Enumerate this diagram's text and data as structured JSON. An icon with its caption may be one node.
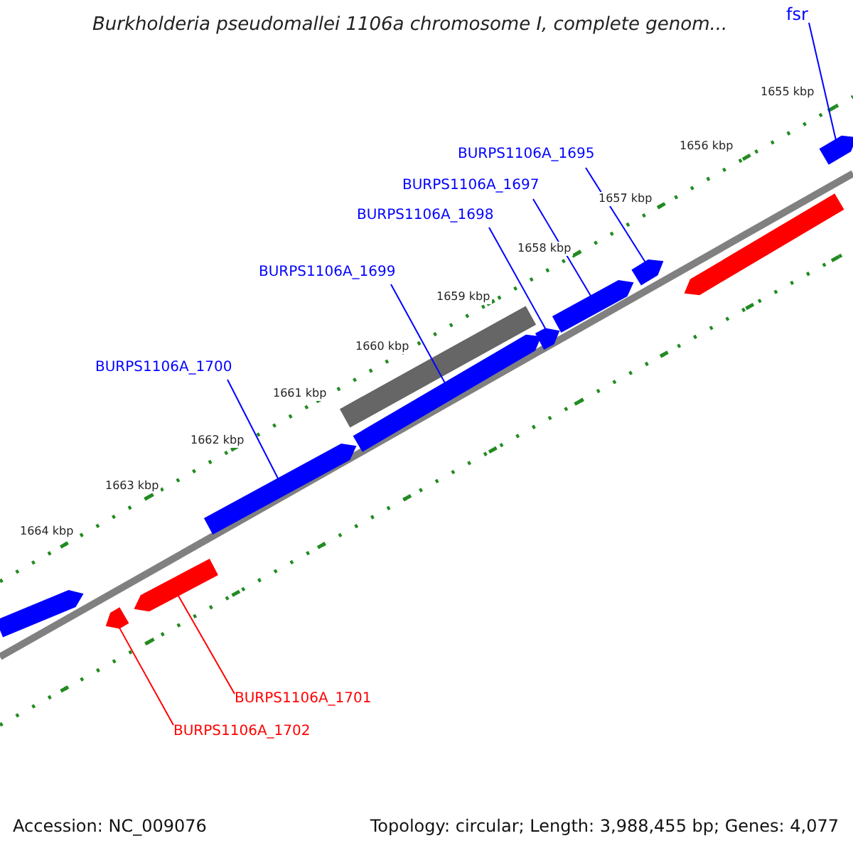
{
  "diagram": {
    "title": "Burkholderia pseudomallei 1106a chromosome I, complete genom...",
    "nodes": [
      {
        "text": [
          "fsr"
        ]
      },
      {
        "text": [
          "BURPS1106A_1695"
        ]
      },
      {
        "text": [
          "BURPS1106A_1697"
        ]
      },
      {
        "text": [
          "BURPS1106A_1698"
        ]
      },
      {
        "text": [
          "BURPS1106A_1699"
        ]
      },
      {
        "text": [
          "BURPS1106A_1700"
        ]
      },
      {
        "text": [
          "BURPS1106A_1701"
        ]
      },
      {
        "text": [
          "BURPS1106A_1702"
        ]
      },
      {
        "text": [],
        "shape": "pentagon"
      },
      {
        "text": [],
        "shape": "pentagon"
      },
      {
        "text": [],
        "shape": "pentagon"
      },
      {
        "text": [],
        "shape": "pentagon"
      },
      {
        "text": [],
        "shape": "bar"
      },
      {
        "text": [],
        "shape": "pentagon"
      },
      {
        "text": [],
        "shape": "pentagon"
      },
      {
        "text": [],
        "shape": "pentagon"
      },
      {
        "text": [],
        "shape": "pentagon"
      },
      {
        "text": [],
        "shape": "pentagon"
      },
      {
        "text": [],
        "shape": "pentagon"
      }
    ],
    "edges": [
      {
        "from": 0,
        "to": 18,
        "arrow": "none"
      },
      {
        "from": 1,
        "to": 16,
        "arrow": "none"
      },
      {
        "from": 2,
        "to": 15,
        "arrow": "none"
      },
      {
        "from": 3,
        "to": 14,
        "arrow": "none"
      },
      {
        "from": 4,
        "to": 13,
        "arrow": "none"
      },
      {
        "from": 5,
        "to": 11,
        "arrow": "none"
      },
      {
        "from": 6,
        "to": 10,
        "arrow": "none",
        "color": "#ff0000"
      },
      {
        "from": 7,
        "to": 9,
        "arrow": "none",
        "color": "#ff0000"
      }
    ],
    "labels": [
      "1655 kbp",
      "1656 kbp",
      "1657 kbp",
      "1658 kbp",
      "1659 kbp",
      "1660 kbp",
      "1661 kbp",
      "1662 kbp",
      "1663 kbp",
      "1664 kbp",
      "Accession: NC_009076",
      "Topology: circular; Length: 3,988,455 bp; Genes: 4,077"
    ]
  }
}
